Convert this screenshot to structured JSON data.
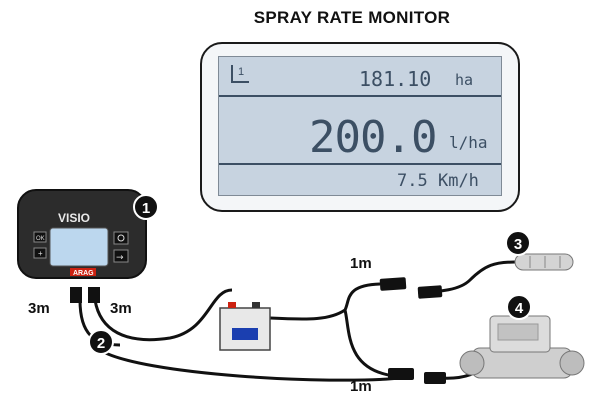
{
  "title": "SPRAY RATE MONITOR",
  "display": {
    "area_value": "181.10",
    "area_unit": "ha",
    "rate_value": "200.0",
    "rate_unit": "l/ha",
    "speed_value": "7.5",
    "speed_unit": "Km/h",
    "icon_digit": "1"
  },
  "device": {
    "brand": "VISIO",
    "maker": "ARAG",
    "key_left_top": "OK",
    "key_left_bottom": "+",
    "key_right_bottom": "→"
  },
  "callouts": [
    "1",
    "2",
    "3",
    "4"
  ],
  "cable_lengths": {
    "left_a": "3m",
    "left_b": "3m",
    "sensor_top": "1m",
    "sensor_bottom": "1m"
  }
}
